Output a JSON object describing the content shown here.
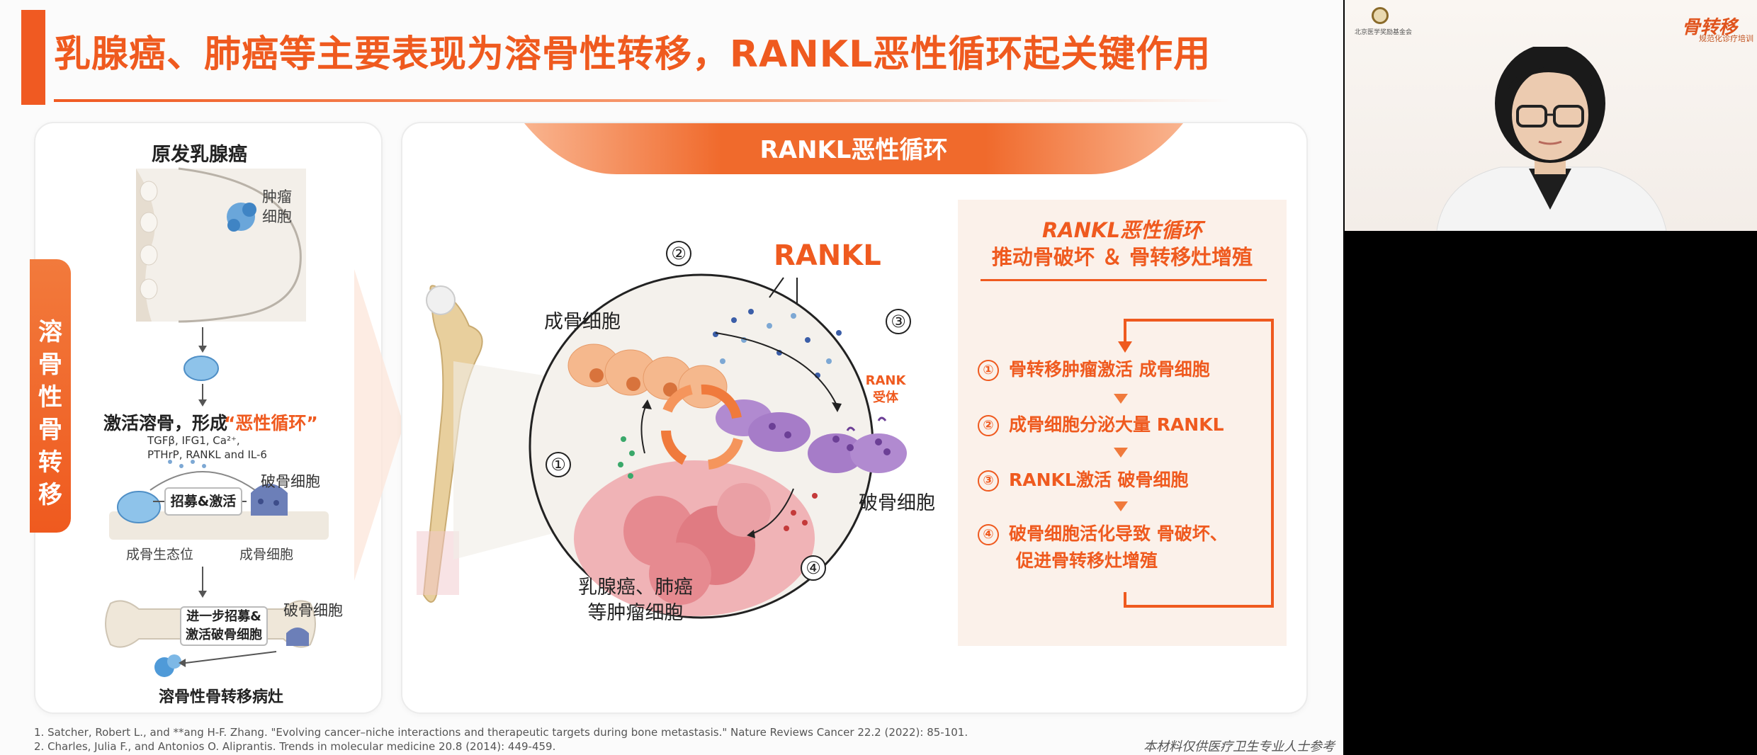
{
  "slide": {
    "title": "乳腺癌、肺癌等主要表现为溶骨性转移，RANKL恶性循环起关键作用",
    "left_panel": {
      "heading": "原发乳腺癌",
      "tumor_cell_label": "肿瘤细胞",
      "vertical_tag": "溶骨性骨转移",
      "activate_text": "激活溶骨，形成",
      "activate_quote": "“恶性循环”",
      "factors": "TGFβ, IFG1, Ca²⁺, PTHrP, RANKL and IL-6",
      "recruit_label": "招募&激活",
      "osteoclast_label": "破骨细胞",
      "niche_label": "成骨生态位",
      "osteoblast_label": "成骨细胞",
      "further_label": "进一步招募&激活破骨细胞",
      "lesion_label": "溶骨性骨转移病灶"
    },
    "main_panel": {
      "ribbon_title": "RANKL恶性循环",
      "rankl_label": "RANKL",
      "osteoblast_label": "成骨细胞",
      "rank_receptor_label": "RANK 受体",
      "osteoclast_label": "破骨细胞",
      "tumor_label": "乳腺癌、肺癌等肿瘤细胞",
      "cycle_numbers": [
        "①",
        "②",
        "③",
        "④"
      ]
    },
    "info_box": {
      "title_line1": "RANKL恶性循环",
      "title_line2": "推动骨破坏 ＆ 骨转移灶增殖",
      "steps": [
        {
          "num": "①",
          "text": "骨转移肿瘤激活 成骨细胞"
        },
        {
          "num": "②",
          "text": "成骨细胞分泌大量 RANKL"
        },
        {
          "num": "③",
          "text": "RANKL激活 破骨细胞"
        },
        {
          "num": "④",
          "text": "破骨细胞活化导致 骨破坏、"
        }
      ],
      "step4_line2": "促进骨转移灶增殖"
    },
    "references": {
      "ref1": "1. Satcher, Robert L., and **ang H-F. Zhang. \"Evolving cancer–niche interactions and therapeutic targets during bone metastasis.\" Nature Reviews Cancer 22.2 (2022): 85-101.",
      "ref2": "2. Charles, Julia F., and Antonios O. Aliprantis.  Trends in molecular medicine 20.8 (2014): 449-459."
    },
    "disclaimer": "本材料仅供医疗卫生专业人士参考"
  },
  "video": {
    "logo_left_text": "北京医学奖励基金会",
    "logo_right_title": "骨转移",
    "logo_right_sub": "规范化诊疗培训"
  },
  "colors": {
    "accent": "#ef5a1f",
    "accent_light": "#f7a37a",
    "panel_bg": "#ffffff",
    "info_bg": "#fbf1ea"
  }
}
